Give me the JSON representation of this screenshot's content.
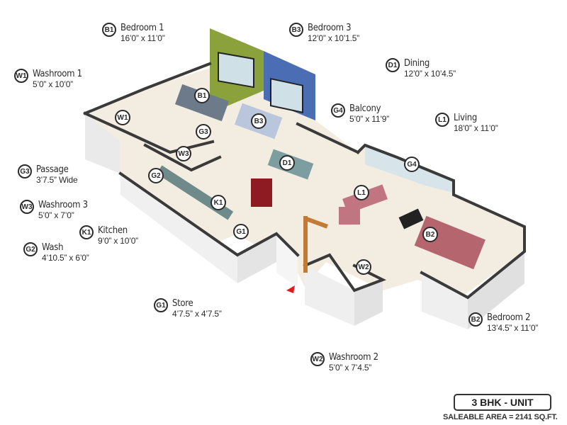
{
  "unit": {
    "title": "3 BHK - UNIT",
    "saleable_area": "SALEABLE AREA = 2141 SQ.FT."
  },
  "colors": {
    "bedroom1_wall": "#8aa13c",
    "bedroom3_wall": "#4a6db3",
    "wall_top": "#3a3a3a",
    "floor": "#f3ece0",
    "wall_side": "#ececec",
    "entry_arrow": "#e01b1b"
  },
  "rooms": [
    {
      "code": "B1",
      "name": "Bedroom 1",
      "size": "16’0” x 11’0”"
    },
    {
      "code": "B3",
      "name": "Bedroom 3",
      "size": "12’0” x 10’1.5”"
    },
    {
      "code": "W1",
      "name": "Washroom 1",
      "size": "5’0” x 10’0”"
    },
    {
      "code": "D1",
      "name": "Dining",
      "size": "12’0” x 10’4.5”"
    },
    {
      "code": "G4",
      "name": "Balcony",
      "size": "5’0” x 11’9”"
    },
    {
      "code": "L1",
      "name": "Living",
      "size": "18’0” x 11’0”"
    },
    {
      "code": "G3",
      "name": "Passage",
      "size": "3’7.5” Wide"
    },
    {
      "code": "W3",
      "name": "Washroom 3",
      "size": "5’0” x 7’0”"
    },
    {
      "code": "K1",
      "name": "Kitchen",
      "size": "9’0” x 10’0”"
    },
    {
      "code": "G2",
      "name": "Wash",
      "size": "4’10.5” x 6’0”"
    },
    {
      "code": "G1",
      "name": "Store",
      "size": "4’7.5” x 4’7.5”"
    },
    {
      "code": "B2",
      "name": "Bedroom 2",
      "size": "13’4.5” x 11’0”"
    },
    {
      "code": "W2",
      "name": "Washroom 2",
      "size": "5’0” x 7’4.5”"
    }
  ],
  "plan_markers": [
    "B1",
    "B3",
    "W1",
    "G3",
    "W3",
    "G2",
    "D1",
    "K1",
    "G1",
    "G4",
    "L1",
    "B2",
    "W2"
  ]
}
